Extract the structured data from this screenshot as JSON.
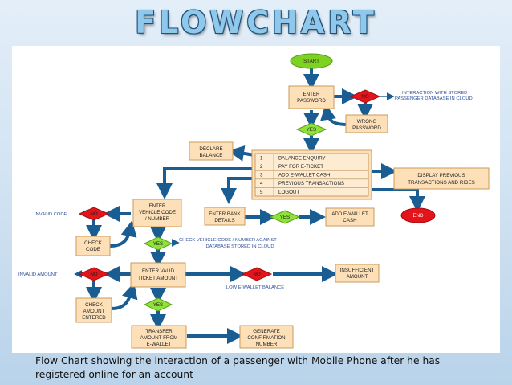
{
  "title": "FLOWCHART",
  "caption_line1": "Flow Chart showing the interaction of a passenger with Mobile Phone after he has",
  "caption_line2": "registered online for an account",
  "colors": {
    "process_box": "#fde0b8",
    "start": "#7ed321",
    "end": "#e4141b",
    "yes_diamond": "#8fe13c",
    "no_diamond": "#e4141b",
    "arrow": "#1a5d92"
  },
  "nodes": {
    "start": "START",
    "enter_password": [
      "ENTER",
      "PASSWORD"
    ],
    "no1": "NO",
    "stored_db_note": [
      "INTERACTION WITH STORED",
      "PASSENGER DATABASE IN CLOUD"
    ],
    "wrong_password": [
      "WRONG",
      "PASSWORD"
    ],
    "yes1": "YES",
    "declare_balance": [
      "DECLARE",
      "BALANCE"
    ],
    "menu": [
      {
        "num": "1",
        "label": "BALANCE ENQUIRY"
      },
      {
        "num": "2",
        "label": "PAY FOR E-TICKET"
      },
      {
        "num": "3",
        "label": "ADD E-WALLET CASH"
      },
      {
        "num": "4",
        "label": "PREVIOUS TRANSACTIONS"
      },
      {
        "num": "5",
        "label": "LOGOUT"
      }
    ],
    "display_previous": [
      "DISPLAY PREVIOUS",
      "TRANSACTIONS AND RIDES"
    ],
    "end": "END",
    "enter_bank": [
      "ENTER BANK",
      "DETAILS"
    ],
    "yes_bank": "YES",
    "add_wallet": [
      "ADD E-WALLET",
      "CASH"
    ],
    "enter_vehicle": [
      "ENTER",
      "VEHICLE CODE",
      "/ NUMBER"
    ],
    "invalid_code": "INVALID CODE",
    "no2": "NO",
    "check_code": [
      "CHECK",
      "CODE"
    ],
    "yes2": "YES",
    "vehicle_note": [
      "CHECK VEHICLE CODE / NUMBER AGAINST",
      "DATABASE STORED IN CLOUD"
    ],
    "enter_ticket": [
      "ENTER VALID",
      "TICKET AMOUNT"
    ],
    "invalid_amount": "INVALID AMOUNT",
    "no3": "NO",
    "no4": "NO",
    "insufficient": [
      "INSUFFICIENT",
      "AMOUNT"
    ],
    "low_balance": "LOW E-WALLET BALANCE",
    "check_amount": [
      "CHECK",
      "AMOUNT",
      "ENTERED"
    ],
    "yes3": "YES",
    "transfer": [
      "TRANSFER",
      "AMOUNT FROM",
      "E-WALLET"
    ],
    "generate": [
      "GENERATE",
      "CONFIRMATION",
      "NUMBER"
    ]
  }
}
